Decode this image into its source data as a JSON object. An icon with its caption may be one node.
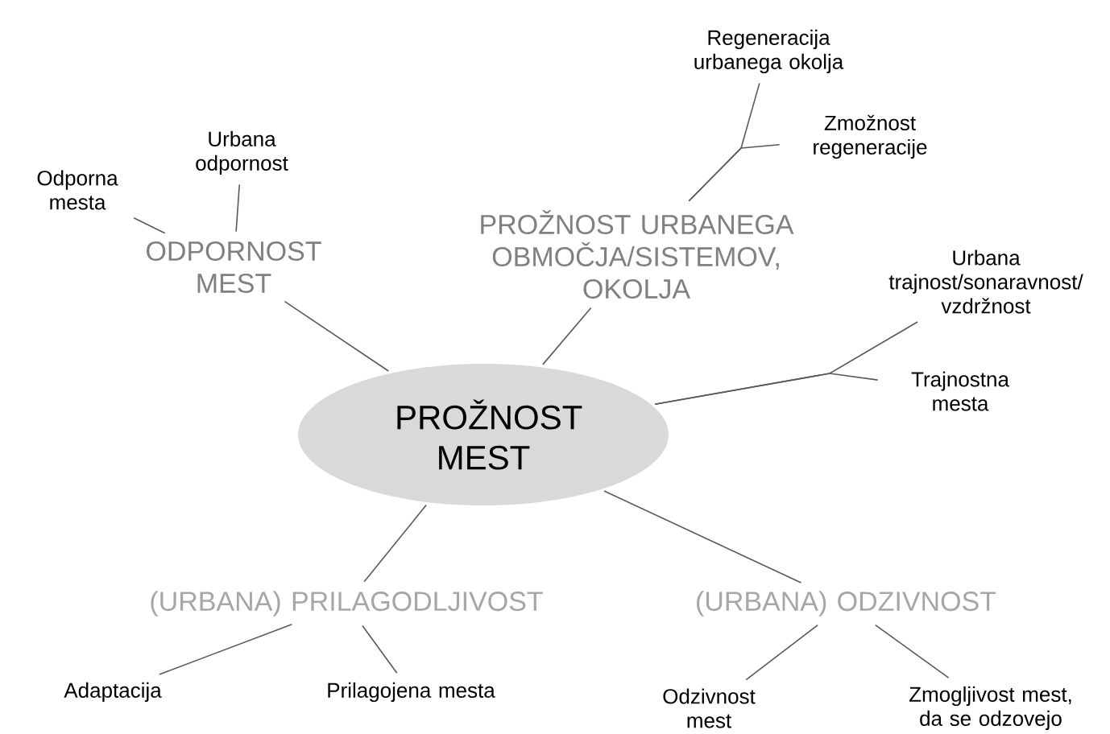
{
  "diagram": {
    "nodes": [
      {
        "text": [
          "PROŽNOST MEST"
        ]
      },
      {
        "text": [
          "ODPORNOST MEST"
        ]
      },
      {
        "text": [
          "Odporna mesta"
        ]
      },
      {
        "text": [
          "Urbana odpornost"
        ]
      },
      {
        "text": [
          "PROŽNOST URBANEGA OBMOČJA/SISTEMOV, OKOLJA"
        ]
      },
      {
        "text": [
          "Regeneracija urbanega okolja"
        ]
      },
      {
        "text": [
          "Zmožnost regeneracije"
        ]
      },
      {
        "text": [
          "Urbana trajnost/sonaravnost/ vzdržnost"
        ]
      },
      {
        "text": [
          "Trajnostna mesta"
        ]
      },
      {
        "text": [
          "(URBANA) PRILAGODLJIVOST"
        ]
      },
      {
        "text": [
          "Adaptacija"
        ]
      },
      {
        "text": [
          "Prilagojena mesta"
        ]
      },
      {
        "text": [
          "(URBANA) ODZIVNOST"
        ]
      },
      {
        "text": [
          "Odzivnost mest"
        ]
      },
      {
        "text": [
          "Zmogljivost mest, da se odzovejo"
        ]
      }
    ],
    "edges": [
      {
        "from": 0,
        "to": 1,
        "arrow": "none"
      },
      {
        "from": 1,
        "to": 2,
        "arrow": "none"
      },
      {
        "from": 1,
        "to": 3,
        "arrow": "none"
      },
      {
        "from": 0,
        "to": 4,
        "arrow": "none"
      },
      {
        "from": 4,
        "to": 5,
        "arrow": "none"
      },
      {
        "from": 4,
        "to": 6,
        "arrow": "none"
      },
      {
        "from": 0,
        "to": 7,
        "arrow": "none"
      },
      {
        "from": 0,
        "to": 8,
        "arrow": "none"
      },
      {
        "from": 0,
        "to": 9,
        "arrow": "none"
      },
      {
        "from": 9,
        "to": 10,
        "arrow": "none"
      },
      {
        "from": 9,
        "to": 11,
        "arrow": "none"
      },
      {
        "from": 0,
        "to": 12,
        "arrow": "none"
      },
      {
        "from": 12,
        "to": 13,
        "arrow": "none"
      },
      {
        "from": 12,
        "to": 14,
        "arrow": "none"
      }
    ]
  }
}
